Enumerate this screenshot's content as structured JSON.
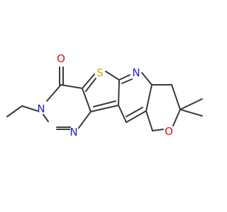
{
  "molecule": {
    "colors": {
      "bond": "#3a3a3a",
      "nitrogen": "#2020d8",
      "oxygen": "#e01010",
      "sulfur": "#c8a800"
    },
    "atoms": [
      {
        "id": "O_carbonyl",
        "label": "O",
        "element": "oxygen"
      },
      {
        "id": "S_thiophene",
        "label": "S",
        "element": "sulfur"
      },
      {
        "id": "N_pyridine",
        "label": "N",
        "element": "nitrogen"
      },
      {
        "id": "N_amide",
        "label": "N",
        "element": "nitrogen"
      },
      {
        "id": "N_pyrimidine",
        "label": "N",
        "element": "nitrogen"
      },
      {
        "id": "O_pyran",
        "label": "O",
        "element": "oxygen"
      }
    ]
  }
}
